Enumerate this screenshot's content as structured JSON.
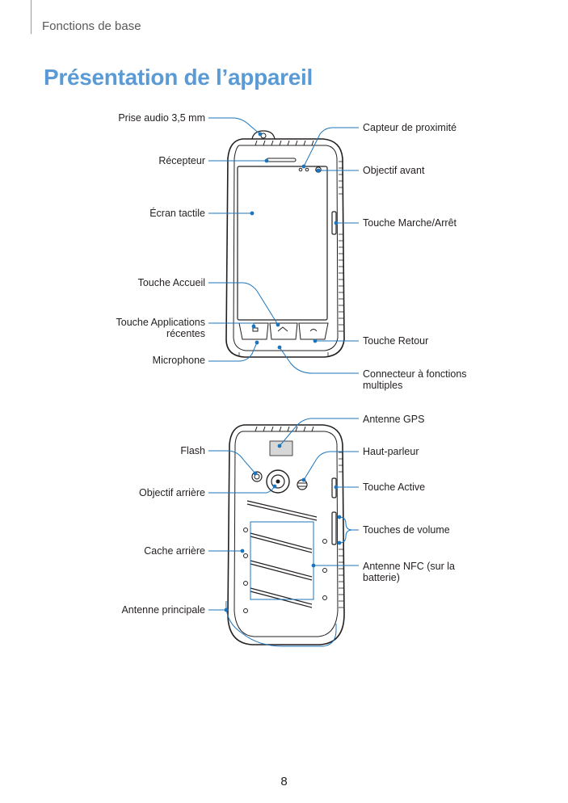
{
  "header": {
    "section": "Fonctions de base"
  },
  "title": "Présentation de l’appareil",
  "front_labels": {
    "audio_jack": "Prise audio 3,5 mm",
    "receiver": "Récepteur",
    "touchscreen": "Écran tactile",
    "home_key": "Touche Accueil",
    "recent_apps_line1": "Touche Applications",
    "recent_apps_line2": "récentes",
    "microphone": "Microphone",
    "proximity_sensor": "Capteur de proximité",
    "front_camera": "Objectif avant",
    "power_key": "Touche Marche/Arrêt",
    "back_key": "Touche Retour",
    "multipurpose_jack_line1": "Connecteur à fonctions",
    "multipurpose_jack_line2": "multiples"
  },
  "back_labels": {
    "gps_antenna": "Antenne GPS",
    "flash": "Flash",
    "speaker": "Haut-parleur",
    "rear_camera": "Objectif arrière",
    "active_key": "Touche Active",
    "volume_keys": "Touches de volume",
    "back_cover": "Cache arrière",
    "nfc_antenna_line1": "Antenne NFC (sur la",
    "nfc_antenna_line2": "batterie)",
    "main_antenna": "Antenne principale"
  },
  "footer": {
    "page_number": "8"
  },
  "colors": {
    "title": "#5b9bd5",
    "callout": "#1c75bc",
    "text": "#231f20"
  }
}
